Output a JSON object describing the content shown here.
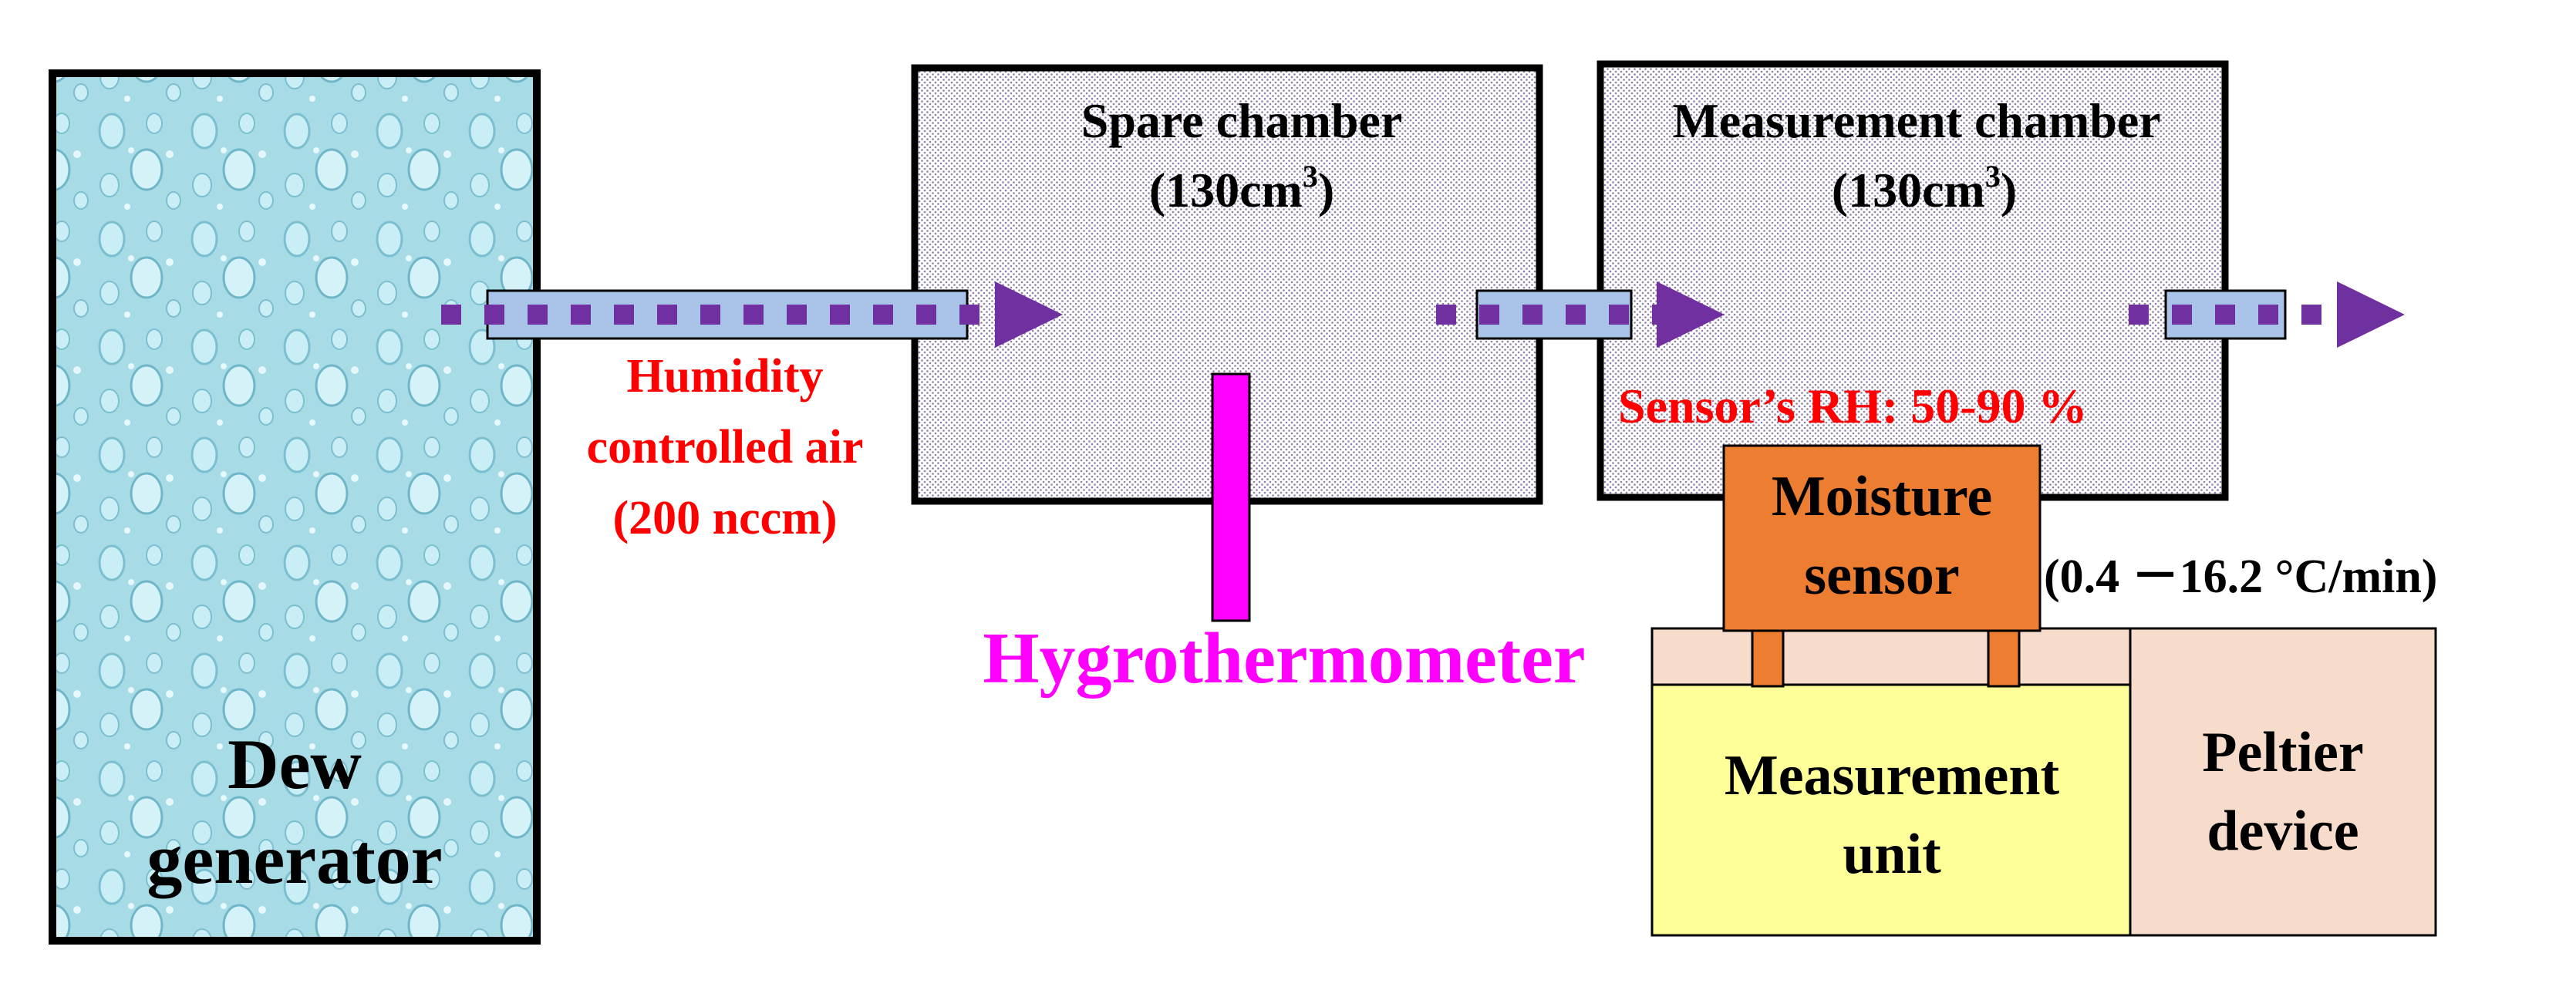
{
  "dew_generator": {
    "line1": "Dew",
    "line2": "generator"
  },
  "spare_chamber": {
    "title": "Spare chamber",
    "volume_prefix": "(130cm",
    "volume_sup": "3",
    "volume_suffix": ")"
  },
  "measurement_chamber": {
    "title": "Measurement chamber",
    "volume_prefix": "(130cm",
    "volume_sup": "3",
    "volume_suffix": ")"
  },
  "air_label": {
    "line1": "Humidity",
    "line2": "controlled air",
    "line3": "(200 nccm)"
  },
  "hygrothermometer": {
    "label": "Hygrothermometer"
  },
  "sensor_rh": {
    "label": "Sensor’s RH: 50-90 %"
  },
  "moisture_sensor": {
    "line1": "Moisture",
    "line2": "sensor"
  },
  "rate": {
    "label": "(0.4 －16.2 °C/min)"
  },
  "measurement_unit": {
    "line1": "Measurement",
    "line2": "unit"
  },
  "peltier": {
    "line1": "Peltier",
    "line2": "device"
  },
  "colors": {
    "flow": "#7030a0",
    "tube_fill": "#a9c4e8",
    "red_text": "#ff0000",
    "magenta": "#ff00ff",
    "sensor_orange": "#ed7d31",
    "unit_yellow": "#ffff99",
    "peltier_peach": "#f8dccb",
    "water_blue": "#a7dbe6"
  }
}
